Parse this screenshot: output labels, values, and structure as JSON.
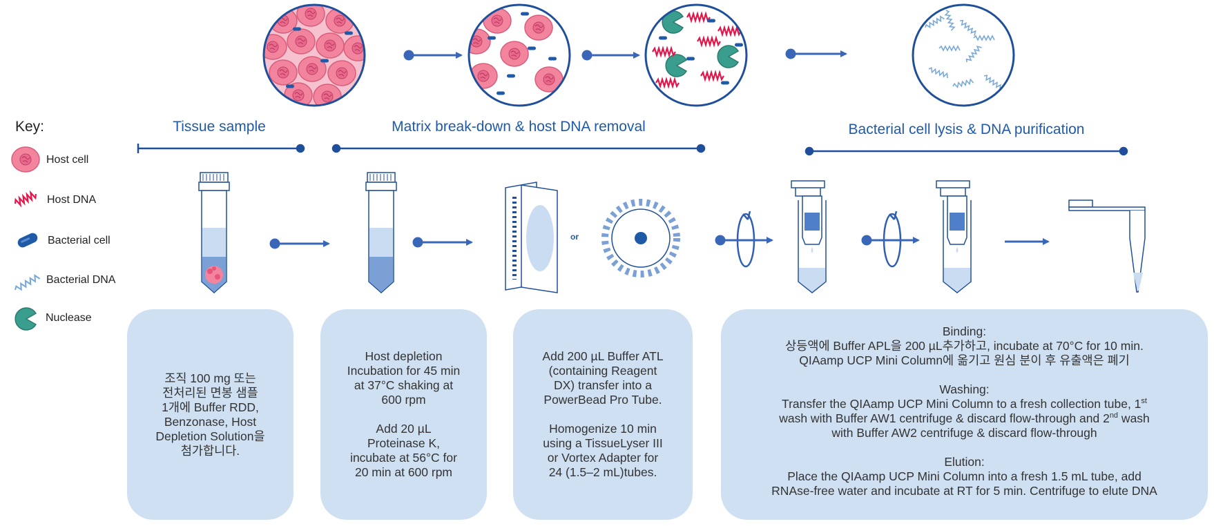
{
  "key": {
    "title": "Key:",
    "items": [
      {
        "label": "Host cell",
        "icon": "host-cell-icon"
      },
      {
        "label": "Host DNA",
        "icon": "host-dna-icon"
      },
      {
        "label": "Bacterial cell",
        "icon": "bacterial-cell-icon"
      },
      {
        "label": "Bacterial DNA",
        "icon": "bacterial-dna-icon"
      },
      {
        "label": "Nuclease",
        "icon": "nuclease-icon"
      }
    ]
  },
  "sections": {
    "tissue": "Tissue sample",
    "matrix": "Matrix break-down  & host DNA removal",
    "bacterial": "Bacterial  cell lysis & DNA purification"
  },
  "or_label": "or",
  "panels": {
    "p1": "조직 100 mg 또는\n전처리된 면봉 샘플\n1개에 Buffer RDD,\nBenzonase, Host\nDepletion Solution을\n첨가합니다.",
    "p2": "Host depletion\nIncubation for 45 min\nat 37°C shaking at\n600 rpm\n\nAdd 20 µL\nProteinase K,\nincubate at 56°C for\n20 min at 600 rpm",
    "p3": "Add 200 µL Buffer ATL\n(containing Reagent\nDX) transfer into a\nPowerBead Pro Tube.\n\nHomogenize 10 min\nusing a TissueLyser III\nor Vortex Adapter for\n24 (1.5–2 mL)tubes.",
    "p4": {
      "binding_title": "Binding:",
      "binding_1": "상등액에 Buffer APL을 200 µL추가하고, incubate at 70°C for 10 min.",
      "binding_2": "QIAamp UCP Mini Column에 옮기고 원심 분이 후 유출액은 폐기",
      "washing_title": "Washing:",
      "washing_1a": "Transfer the QIAamp UCP Mini Column to a fresh collection tube, 1",
      "washing_1_sup": "st",
      "washing_2a": "wash with Buffer AW1 centrifuge & discard flow-through and 2",
      "washing_2_sup": "nd",
      "washing_2b": " wash",
      "washing_3": "with Buffer AW2 centrifuge & discard flow-through",
      "elution_title": "Elution:",
      "elution_1": "Place the QIAamp UCP Mini Column into a fresh 1.5 mL tube, add",
      "elution_2": "RNAse-free water and incubate at RT for 5 min. Centrifuge to elute DNA"
    }
  },
  "colors": {
    "accent": "#1f5aa6",
    "panel": "#cfe0f2",
    "host_cell": "#f2849e",
    "nuclease": "#3a9e8f",
    "host_dna": "#e0174a",
    "bacterial_cell": "#1f5aa6",
    "bacterial_dna": "#7aa9d8",
    "liquid": "#c9dcf1",
    "liquid_dark": "#7aa0d6"
  }
}
